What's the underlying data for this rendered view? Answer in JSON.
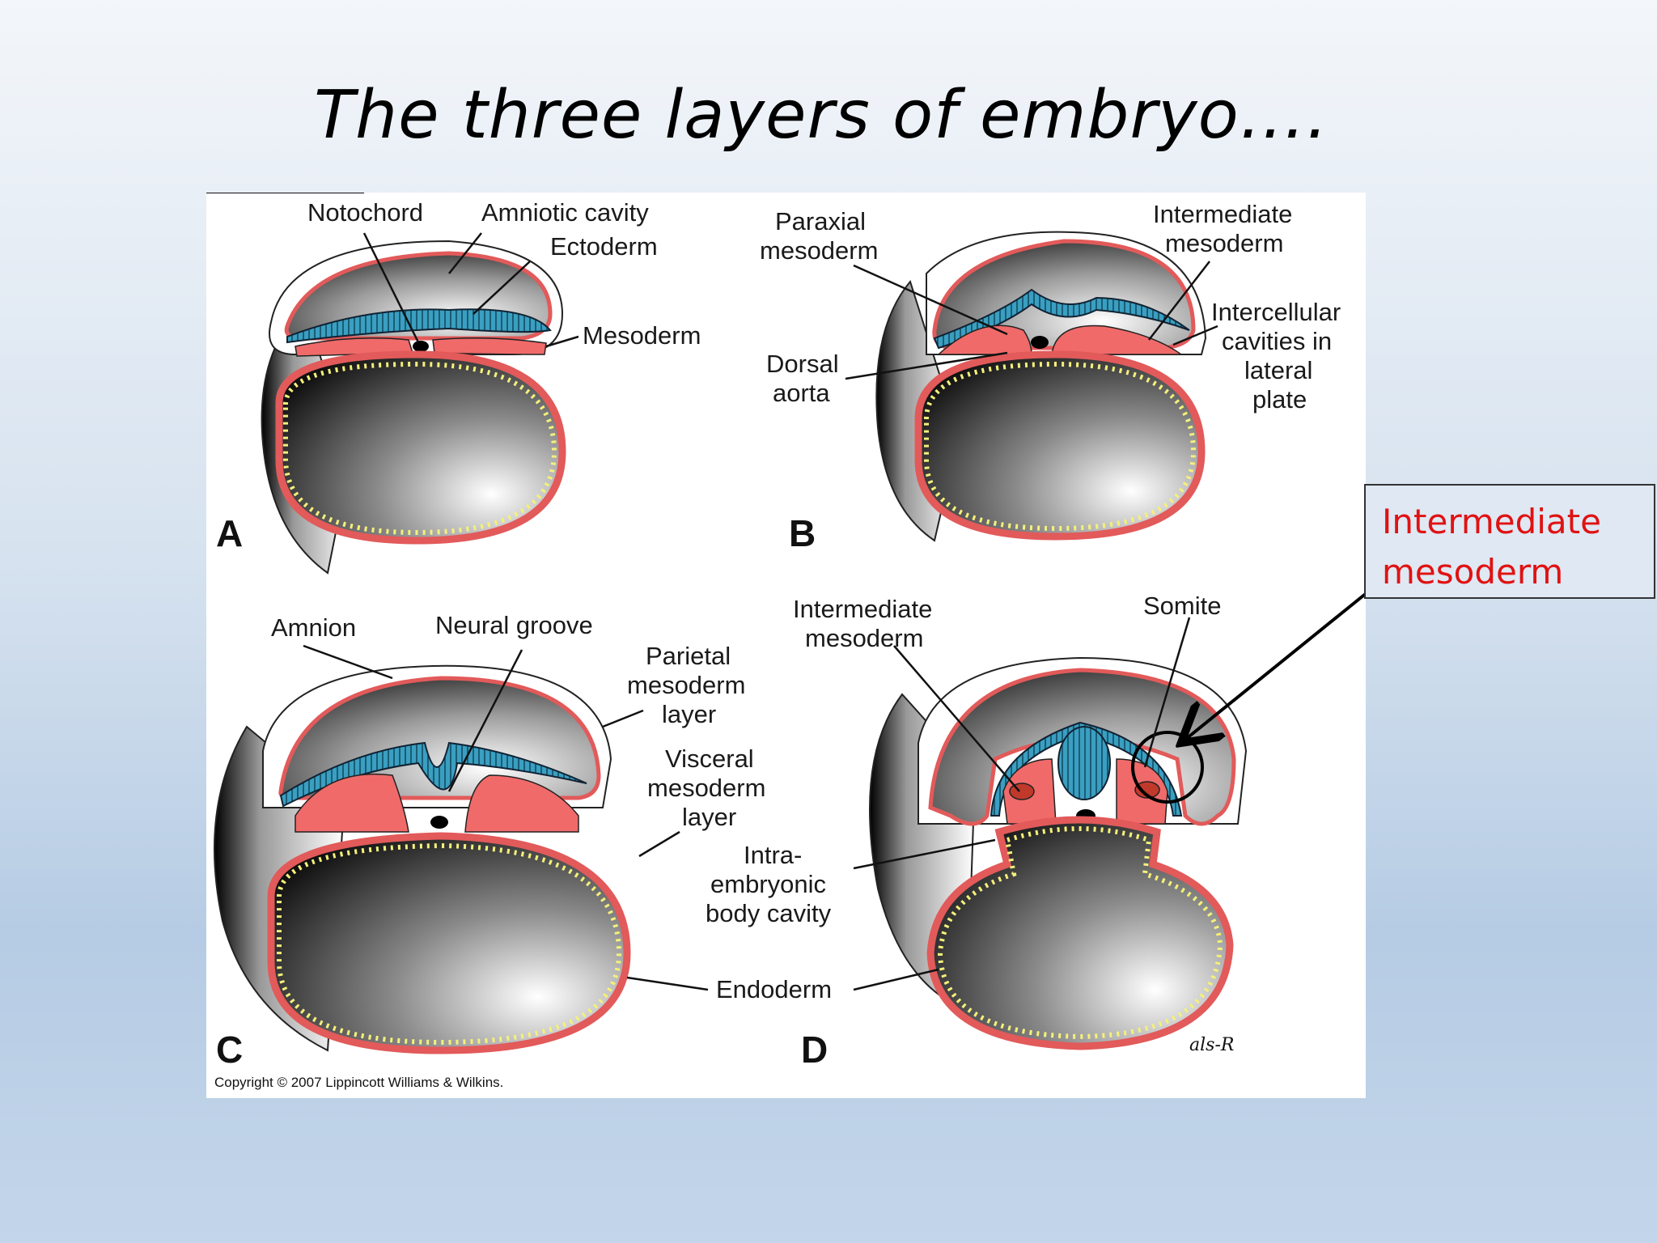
{
  "slide": {
    "title": "The three layers of embryo…."
  },
  "callout": {
    "line1": "Intermediate",
    "line2": "mesoderm"
  },
  "figure": {
    "copyright": "Copyright © 2007 Lippincott Williams & Wilkins.",
    "signature": "als-R",
    "panels": {
      "A": {
        "letter": "A",
        "labels": {
          "notochord": "Notochord",
          "amniotic_cavity": "Amniotic cavity",
          "ectoderm": "Ectoderm",
          "mesoderm": "Mesoderm"
        }
      },
      "B": {
        "letter": "B",
        "labels": {
          "paraxial_1": "Paraxial",
          "paraxial_2": "mesoderm",
          "intermediate_1": "Intermediate",
          "intermediate_2": "mesoderm",
          "dorsal_1": "Dorsal",
          "dorsal_2": "aorta",
          "intercell_1": "Intercellular",
          "intercell_2": "cavities in",
          "intercell_3": "lateral",
          "intercell_4": "plate"
        }
      },
      "C": {
        "letter": "C",
        "labels": {
          "amnion": "Amnion",
          "neural_groove": "Neural groove",
          "parietal_1": "Parietal",
          "parietal_2": "mesoderm",
          "parietal_3": "layer",
          "visceral_1": "Visceral",
          "visceral_2": "mesoderm",
          "visceral_3": "layer",
          "intra_1": "Intra-",
          "intra_2": "embryonic",
          "intra_3": "body cavity",
          "endoderm": "Endoderm"
        }
      },
      "D": {
        "letter": "D",
        "labels": {
          "intermediate_1": "Intermediate",
          "intermediate_2": "mesoderm",
          "somite": "Somite"
        }
      }
    }
  },
  "colors": {
    "ectoderm": "#3a9fc1",
    "mesoderm": "#f06a6a",
    "endoderm": "#f4f07a",
    "callout_text": "#e01212"
  }
}
